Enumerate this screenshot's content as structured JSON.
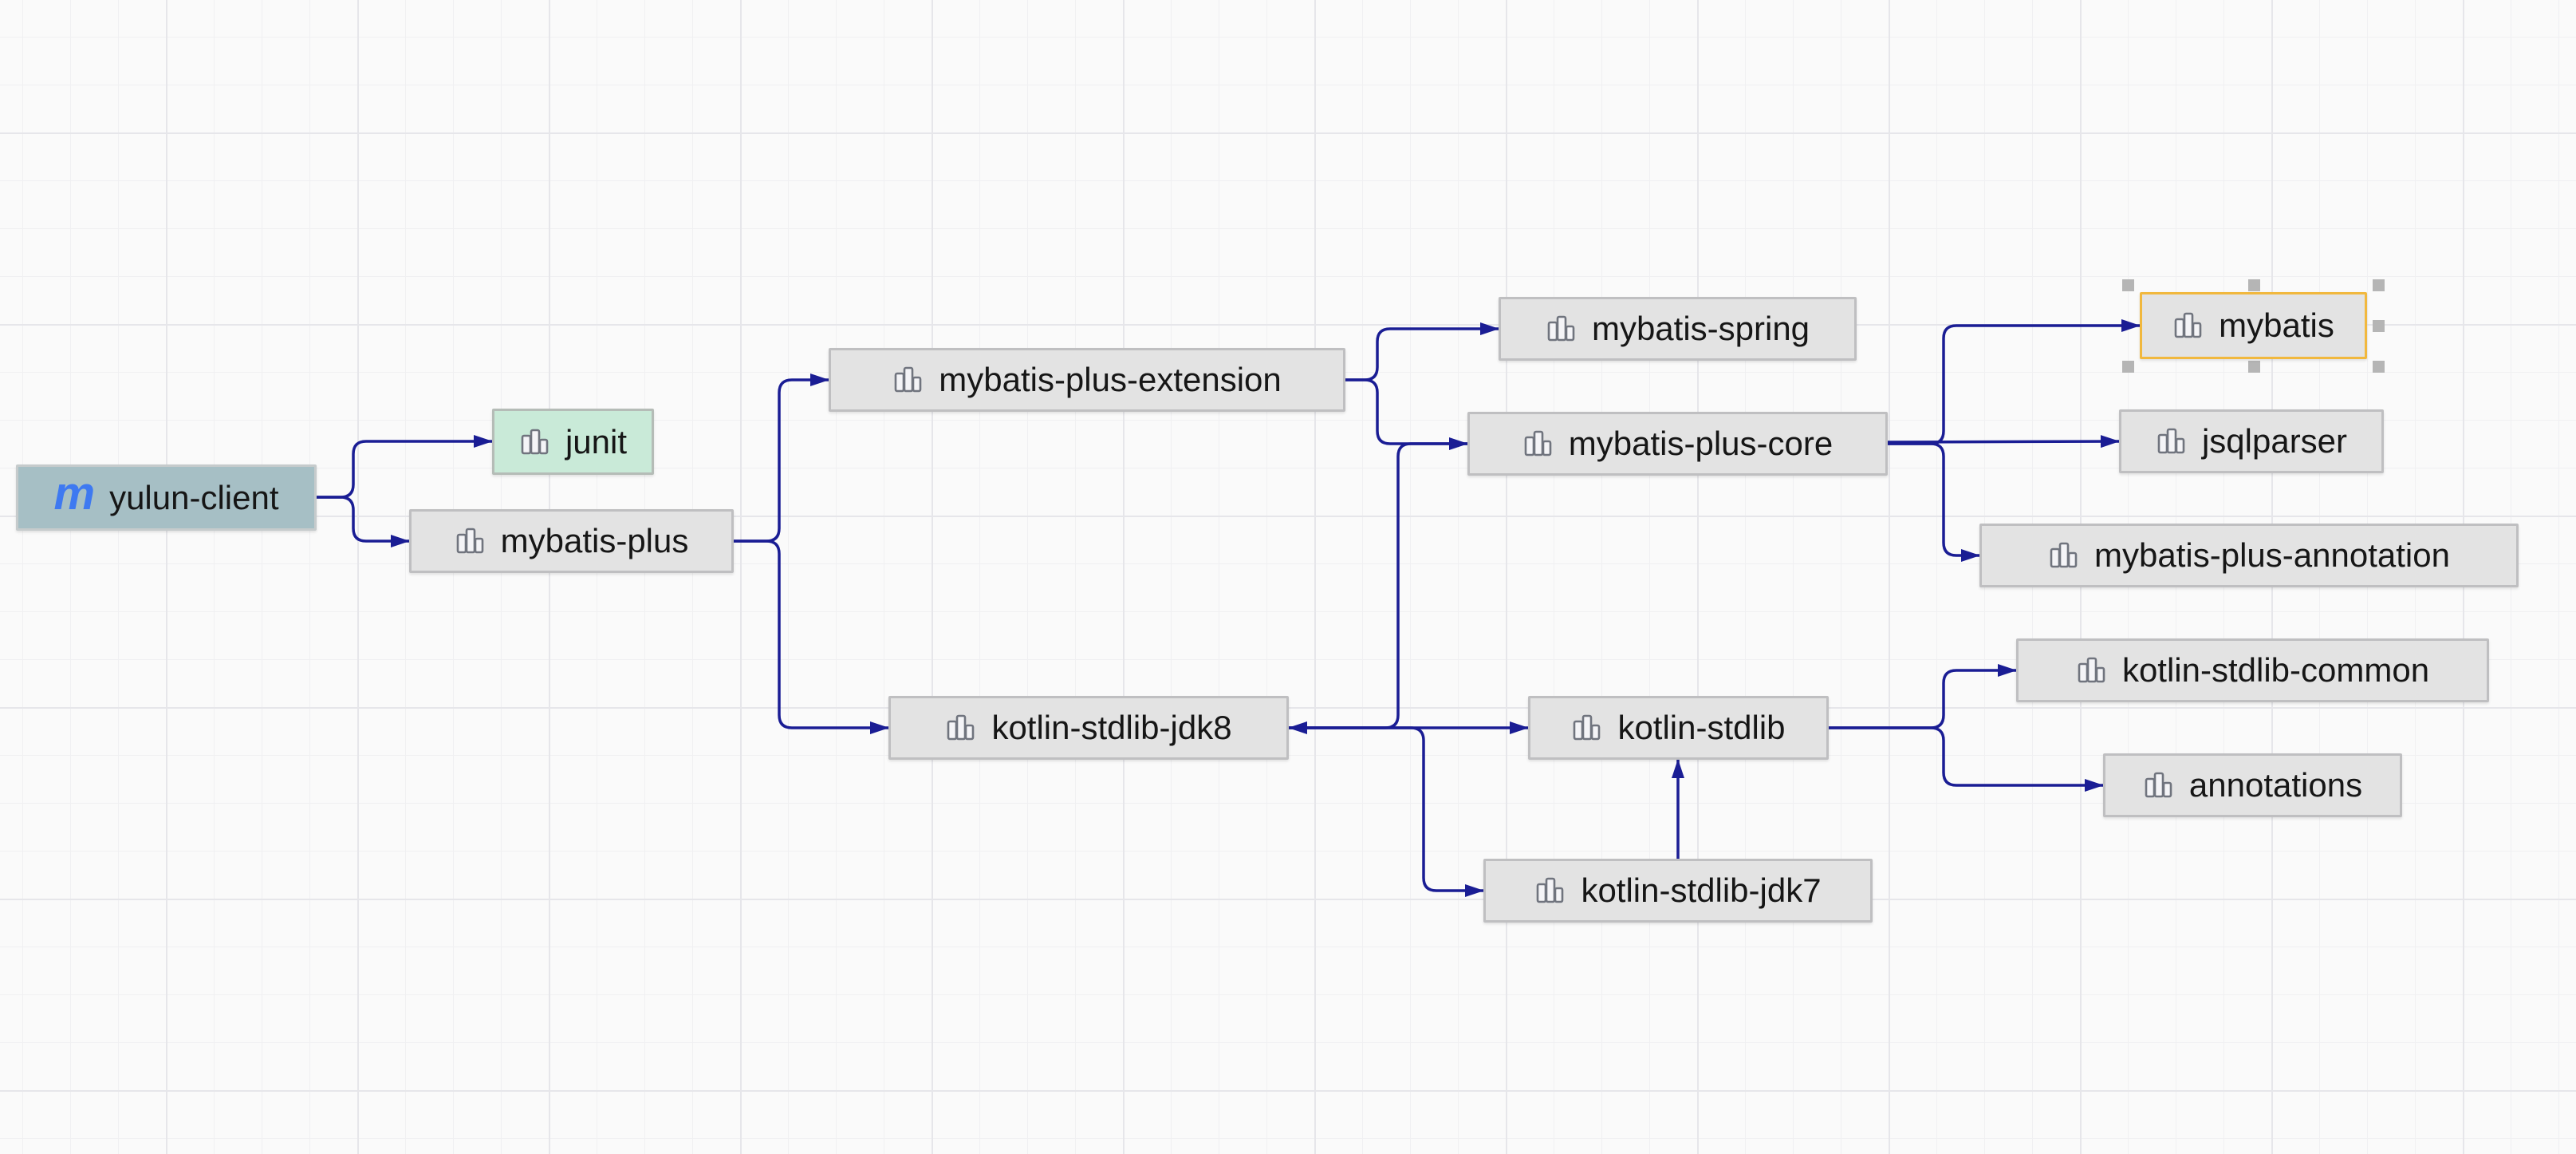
{
  "diagram": {
    "type": "dependency-graph",
    "selected_node": "mybatis",
    "colors": {
      "background": "#fafafa",
      "grid_minor": "#f0f0f2",
      "grid_major": "#e6e6ea",
      "edge": "#1a1d94",
      "node_bg": "#e3e3e3",
      "node_border": "#bfbfc1",
      "green_bg": "#c9ead8",
      "green_border": "#b5bcb7",
      "root_bg": "#a6bfc5",
      "root_border": "#c6cbcc",
      "selected_border": "#f1b83e",
      "handle": "#b5b5b5",
      "icon_stroke": "#70747e",
      "icon_fill": "#f4f4f7",
      "maven_m": "#3e79f1",
      "text": "#161616"
    }
  },
  "graph": {
    "nodes": [
      {
        "id": "yulun-client",
        "label": "yulun-client",
        "icon": "maven-module",
        "variant": "root",
        "state": "normal"
      },
      {
        "id": "junit",
        "label": "junit",
        "icon": "library",
        "variant": "green",
        "state": "normal"
      },
      {
        "id": "mybatis-plus",
        "label": "mybatis-plus",
        "icon": "library",
        "variant": "default",
        "state": "normal"
      },
      {
        "id": "mybatis-plus-extension",
        "label": "mybatis-plus-extension",
        "icon": "library",
        "variant": "default",
        "state": "normal"
      },
      {
        "id": "mybatis-spring",
        "label": "mybatis-spring",
        "icon": "library",
        "variant": "default",
        "state": "normal"
      },
      {
        "id": "mybatis-plus-core",
        "label": "mybatis-plus-core",
        "icon": "library",
        "variant": "default",
        "state": "normal"
      },
      {
        "id": "mybatis",
        "label": "mybatis",
        "icon": "library",
        "variant": "default",
        "state": "selected"
      },
      {
        "id": "jsqlparser",
        "label": "jsqlparser",
        "icon": "library",
        "variant": "default",
        "state": "normal"
      },
      {
        "id": "mybatis-plus-annotation",
        "label": "mybatis-plus-annotation",
        "icon": "library",
        "variant": "default",
        "state": "normal"
      },
      {
        "id": "kotlin-stdlib-jdk8",
        "label": "kotlin-stdlib-jdk8",
        "icon": "library",
        "variant": "default",
        "state": "normal"
      },
      {
        "id": "kotlin-stdlib",
        "label": "kotlin-stdlib",
        "icon": "library",
        "variant": "default",
        "state": "normal"
      },
      {
        "id": "kotlin-stdlib-common",
        "label": "kotlin-stdlib-common",
        "icon": "library",
        "variant": "default",
        "state": "normal"
      },
      {
        "id": "annotations",
        "label": "annotations",
        "icon": "library",
        "variant": "default",
        "state": "normal"
      },
      {
        "id": "kotlin-stdlib-jdk7",
        "label": "kotlin-stdlib-jdk7",
        "icon": "library",
        "variant": "default",
        "state": "normal"
      }
    ],
    "edges": [
      {
        "from": "yulun-client",
        "to": "junit"
      },
      {
        "from": "yulun-client",
        "to": "mybatis-plus"
      },
      {
        "from": "mybatis-plus",
        "to": "mybatis-plus-extension"
      },
      {
        "from": "mybatis-plus",
        "to": "kotlin-stdlib-jdk8"
      },
      {
        "from": "mybatis-plus-extension",
        "to": "mybatis-spring"
      },
      {
        "from": "mybatis-plus-extension",
        "to": "mybatis-plus-core"
      },
      {
        "from": "mybatis-plus-core",
        "to": "mybatis"
      },
      {
        "from": "mybatis-plus-core",
        "to": "jsqlparser"
      },
      {
        "from": "mybatis-plus-core",
        "to": "mybatis-plus-annotation"
      },
      {
        "from": "mybatis-plus-core",
        "to": "kotlin-stdlib-jdk8"
      },
      {
        "from": "kotlin-stdlib-jdk8",
        "to": "kotlin-stdlib"
      },
      {
        "from": "kotlin-stdlib-jdk8",
        "to": "kotlin-stdlib-jdk7"
      },
      {
        "from": "kotlin-stdlib-jdk7",
        "to": "kotlin-stdlib"
      },
      {
        "from": "kotlin-stdlib",
        "to": "kotlin-stdlib-common"
      },
      {
        "from": "kotlin-stdlib",
        "to": "annotations"
      }
    ]
  }
}
